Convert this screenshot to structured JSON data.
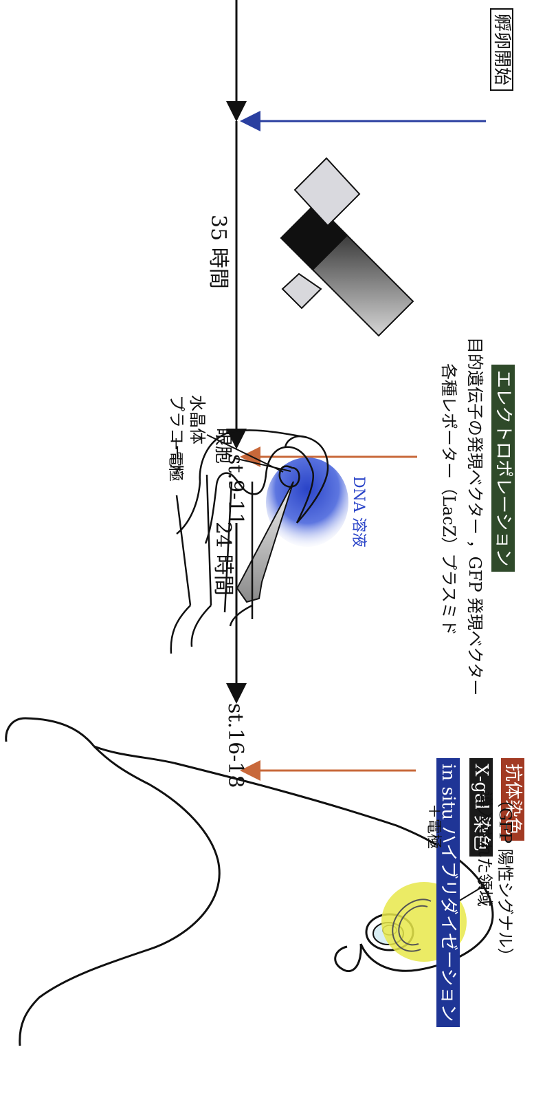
{
  "timeline": {
    "start_label": "孵卵開始",
    "interval_1": "35 時間",
    "stage_1": "st.9-11",
    "interval_2": "24 時間",
    "stage_2": "st.16-18"
  },
  "electroporation": {
    "title": "エレクトロポレーション",
    "line_1": "目的遺伝子の発現ベクター ，GFP 発現ベクター",
    "line_2": "各種レポーター（LacZ）プラスミド"
  },
  "detection_methods": [
    {
      "label": "抗体染色",
      "color": "#a23a23"
    },
    {
      "label": "X-gal 染色",
      "color": "#1a1a1a"
    },
    {
      "label": "in situ ハイブリダイゼーション",
      "color": "#1f3596"
    }
  ],
  "colors": {
    "electroporation_box": "#2f4a2a",
    "start_arrow": "#2a3fa0",
    "event_arrow": "#c8683a",
    "dna_blue": "#2a44c8",
    "gfp_yellow": "#e8e84a"
  },
  "embryo_st9": {
    "dna_label": "DNA 溶液",
    "optic_vesicle_label": "眼胞",
    "minus_electrode_label": "－電極",
    "plus_electrode_label": "＋電極",
    "lens_placode_label_1": "水晶体",
    "lens_placode_label_2": "プラコード"
  },
  "embryo_st16": {
    "region_label_1": "導入された領域",
    "region_label_2": "（GFP 陽性シグナル）"
  }
}
